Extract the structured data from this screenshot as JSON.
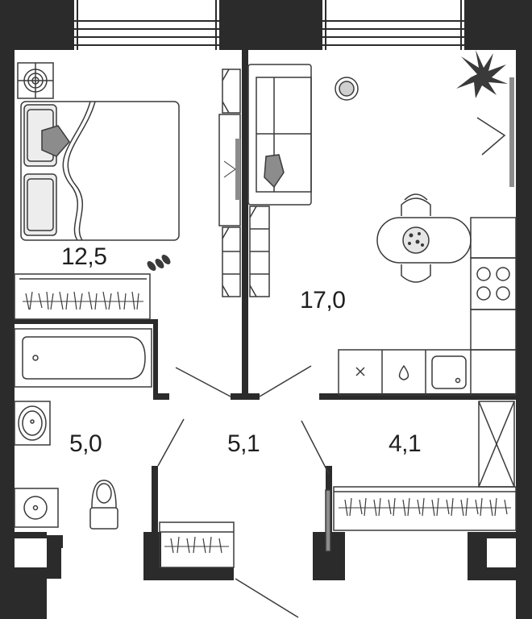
{
  "plan": {
    "rooms": [
      {
        "id": "bedroom",
        "area": "12,5"
      },
      {
        "id": "living-kitchen",
        "area": "17,0"
      },
      {
        "id": "bathroom",
        "area": "5,0"
      },
      {
        "id": "hallway",
        "area": "5,1"
      },
      {
        "id": "storage",
        "area": "4,1"
      }
    ]
  },
  "colors": {
    "wall": "#2b2b2b",
    "line": "#3a3a3a",
    "fill_dark": "#8c8c8c",
    "fill_light": "#e6e6e6"
  }
}
